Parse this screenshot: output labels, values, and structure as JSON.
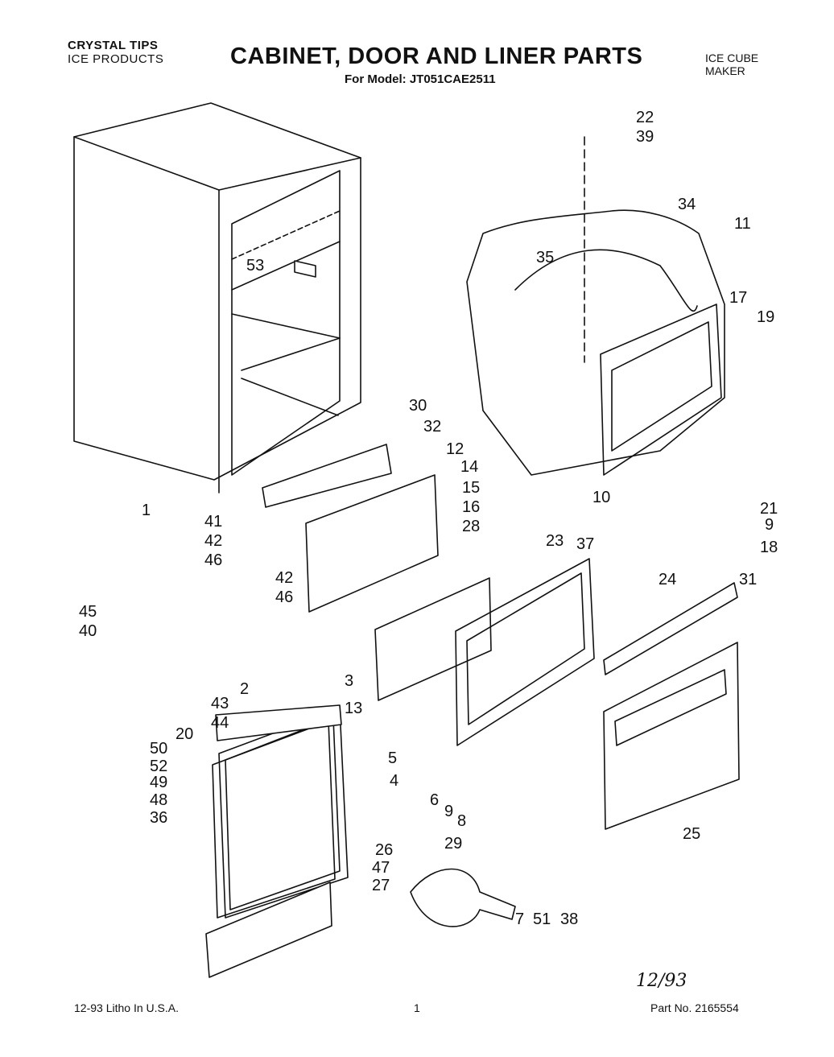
{
  "header": {
    "brand_line1": "CRYSTAL TIPS",
    "brand_line2": "ICE PRODUCTS",
    "title": "CABINET, DOOR AND LINER PARTS",
    "subtitle": "For Model: JT051CAE2511",
    "product_line1": "ICE CUBE",
    "product_line2": "MAKER"
  },
  "footer": {
    "left": "12-93 Litho In U.S.A.",
    "center": "1",
    "right": "Part No. 2165554"
  },
  "signature": "12/93",
  "callouts": [
    {
      "id": "c1",
      "label": "1"
    },
    {
      "id": "c2",
      "label": "2"
    },
    {
      "id": "c3",
      "label": "3"
    },
    {
      "id": "c4",
      "label": "4"
    },
    {
      "id": "c5",
      "label": "5"
    },
    {
      "id": "c6",
      "label": "6"
    },
    {
      "id": "c7",
      "label": "7"
    },
    {
      "id": "c8",
      "label": "8"
    },
    {
      "id": "c9a",
      "label": "9"
    },
    {
      "id": "c9b",
      "label": "9"
    },
    {
      "id": "c10",
      "label": "10"
    },
    {
      "id": "c11",
      "label": "11"
    },
    {
      "id": "c12",
      "label": "12"
    },
    {
      "id": "c13",
      "label": "13"
    },
    {
      "id": "c14",
      "label": "14"
    },
    {
      "id": "c15",
      "label": "15"
    },
    {
      "id": "c16",
      "label": "16"
    },
    {
      "id": "c17",
      "label": "17"
    },
    {
      "id": "c18",
      "label": "18"
    },
    {
      "id": "c19",
      "label": "19"
    },
    {
      "id": "c20",
      "label": "20"
    },
    {
      "id": "c21",
      "label": "21"
    },
    {
      "id": "c22",
      "label": "22"
    },
    {
      "id": "c23",
      "label": "23"
    },
    {
      "id": "c24",
      "label": "24"
    },
    {
      "id": "c25",
      "label": "25"
    },
    {
      "id": "c26",
      "label": "26"
    },
    {
      "id": "c27",
      "label": "27"
    },
    {
      "id": "c28",
      "label": "28"
    },
    {
      "id": "c29",
      "label": "29"
    },
    {
      "id": "c30",
      "label": "30"
    },
    {
      "id": "c31",
      "label": "31"
    },
    {
      "id": "c32",
      "label": "32"
    },
    {
      "id": "c34",
      "label": "34"
    },
    {
      "id": "c35",
      "label": "35"
    },
    {
      "id": "c36",
      "label": "36"
    },
    {
      "id": "c37",
      "label": "37"
    },
    {
      "id": "c38",
      "label": "38"
    },
    {
      "id": "c39",
      "label": "39"
    },
    {
      "id": "c40",
      "label": "40"
    },
    {
      "id": "c41",
      "label": "41"
    },
    {
      "id": "c42a",
      "label": "42"
    },
    {
      "id": "c42b",
      "label": "42"
    },
    {
      "id": "c43",
      "label": "43"
    },
    {
      "id": "c44",
      "label": "44"
    },
    {
      "id": "c45",
      "label": "45"
    },
    {
      "id": "c46a",
      "label": "46"
    },
    {
      "id": "c46b",
      "label": "46"
    },
    {
      "id": "c47",
      "label": "47"
    },
    {
      "id": "c48",
      "label": "48"
    },
    {
      "id": "c49",
      "label": "49"
    },
    {
      "id": "c50",
      "label": "50"
    },
    {
      "id": "c51",
      "label": "51"
    },
    {
      "id": "c52",
      "label": "52"
    },
    {
      "id": "c53",
      "label": "53"
    }
  ]
}
